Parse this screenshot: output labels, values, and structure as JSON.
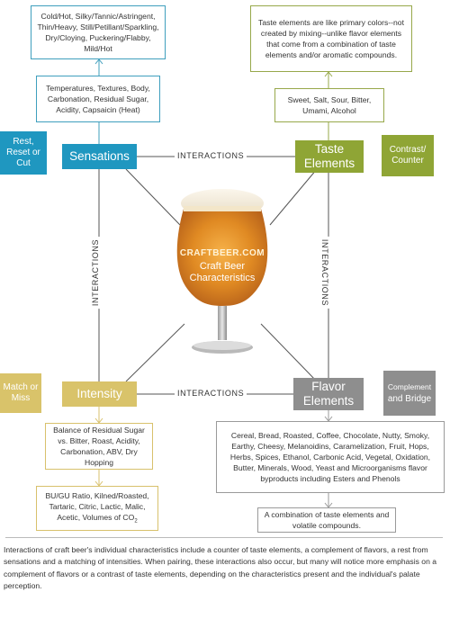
{
  "colors": {
    "blue": "#1f97c0",
    "green": "#8fa535",
    "gold": "#d9c36a",
    "gray": "#8e8e8e",
    "line": "#555555"
  },
  "boxes": {
    "sensation_descriptors": "Cold/Hot, Silky/Tannic/Astringent, Thin/Heavy, Still/Petillant/Sparkling, Dry/Cloying, Puckering/Flabby, Mild/Hot",
    "sensation_factors": "Temperatures, Textures, Body, Carbonation, Residual Sugar, Acidity, Capsaicin (Heat)",
    "taste_note": "Taste elements are like primary colors--not created by mixing--unlike flavor elements that come from a combination of taste elements and/or aromatic compounds.",
    "taste_list": "Sweet, Salt, Sour, Bitter, Umami, Alcohol",
    "intensity_balance": "Balance of Residual Sugar vs. Bitter, Roast, Acidity, Carbonation, ABV, Dry Hopping",
    "intensity_ratios": "BU/GU Ratio, Kilned/Roasted, Tartaric, Citric, Lactic, Malic, Acetic, Volumes of CO",
    "intensity_ratios_sub": "2",
    "flavor_list": "Cereal, Bread, Roasted, Coffee, Chocolate, Nutty, Smoky, Earthy, Cheesy, Melanoidins, Caramelization, Fruit, Hops, Herbs, Spices, Ethanol, Carbonic Acid, Vegetal, Oxidation, Butter, Minerals, Wood, Yeast and Microorganisms flavor byproducts including Esters and Phenols",
    "flavor_note": "A combination of taste elements and volatile compounds."
  },
  "hubs": {
    "sensations": "Sensations",
    "taste": "Taste Elements",
    "intensity": "Intensity",
    "flavor": "Flavor Elements"
  },
  "sides": {
    "rest": "Rest, Reset or Cut",
    "contrast": "Contrast/ Counter",
    "match": "Match or Miss",
    "complement_top": "Complement",
    "complement_bottom": "and Bridge"
  },
  "interactions": "INTERACTIONS",
  "center": {
    "brand": "CRAFTBEER.COM",
    "line1": "Craft Beer",
    "line2": "Characteristics"
  },
  "caption": "Interactions of craft beer's individual characteristics include a counter of taste elements, a complement of flavors, a rest from sensations and a matching of intensities. When pairing, these interactions also occur, but many will notice more emphasis on a complement of flavors or a contrast of taste elements, depending on the characteristics present and the individual's palate perception."
}
